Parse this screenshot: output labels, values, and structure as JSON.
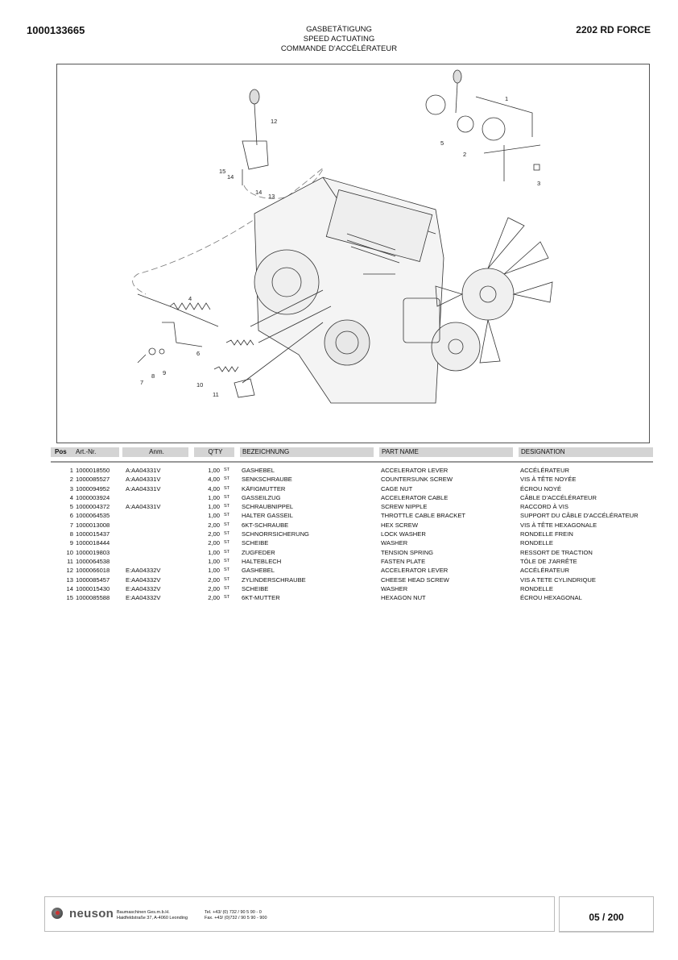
{
  "header": {
    "doc_number": "1000133665",
    "model": "2202 RD FORCE",
    "title_de": "GASBETÄTIGUNG",
    "title_en": "SPEED ACTUATING",
    "title_fr": "COMMANDE D'ACCÉLÉRATEUR"
  },
  "drawing": {
    "callouts": [
      "1",
      "2",
      "3",
      "4",
      "5",
      "6",
      "7",
      "8",
      "9",
      "10",
      "11",
      "12",
      "13",
      "14",
      "14",
      "15"
    ]
  },
  "table": {
    "headers": {
      "pos": "Pos",
      "art": "Art.-Nr.",
      "anm": "Anm.",
      "qty": "Q'TY",
      "de": "BEZEICHNUNG",
      "en": "PART NAME",
      "fr": "DESIGNATION"
    },
    "rows": [
      {
        "pos": "1",
        "art": "1000018550",
        "anm": "A:AA04331V",
        "qty": "1,00",
        "unit": "ST",
        "de": "GASHEBEL",
        "en": "ACCELERATOR LEVER",
        "fr": "ACCÉLÉRATEUR"
      },
      {
        "pos": "2",
        "art": "1000085527",
        "anm": "A:AA04331V",
        "qty": "4,00",
        "unit": "ST",
        "de": "SENKSCHRAUBE",
        "en": "COUNTERSUNK SCREW",
        "fr": "VIS À TÊTE NOYÉE"
      },
      {
        "pos": "3",
        "art": "1000094952",
        "anm": "A:AA04331V",
        "qty": "4,00",
        "unit": "ST",
        "de": "KÄFIGMUTTER",
        "en": "CAGE NUT",
        "fr": "ÉCROU NOYÉ"
      },
      {
        "pos": "4",
        "art": "1000003924",
        "anm": "",
        "qty": "1,00",
        "unit": "ST",
        "de": "GASSEILZUG",
        "en": "ACCELERATOR CABLE",
        "fr": "CÂBLE D'ACCÉLÉRATEUR"
      },
      {
        "pos": "5",
        "art": "1000004372",
        "anm": "A:AA04331V",
        "qty": "1,00",
        "unit": "ST",
        "de": "SCHRAUBNIPPEL",
        "en": "SCREW NIPPLE",
        "fr": "RACCORD À VIS"
      },
      {
        "pos": "6",
        "art": "1000064535",
        "anm": "",
        "qty": "1,00",
        "unit": "ST",
        "de": "HALTER GASSEIL",
        "en": "THROTTLE CABLE BRACKET",
        "fr": "SUPPORT DU CÂBLE D'ACCÉLÉRATEUR"
      },
      {
        "pos": "7",
        "art": "1000013008",
        "anm": "",
        "qty": "2,00",
        "unit": "ST",
        "de": "6KT-SCHRAUBE",
        "en": "HEX SCREW",
        "fr": "VIS À TÊTE HEXAGONALE"
      },
      {
        "pos": "8",
        "art": "1000015437",
        "anm": "",
        "qty": "2,00",
        "unit": "ST",
        "de": "SCHNORRSICHERUNG",
        "en": "LOCK WASHER",
        "fr": "RONDELLE FREIN"
      },
      {
        "pos": "9",
        "art": "1000018444",
        "anm": "",
        "qty": "2,00",
        "unit": "ST",
        "de": "SCHEIBE",
        "en": "WASHER",
        "fr": "RONDELLE"
      },
      {
        "pos": "10",
        "art": "1000019803",
        "anm": "",
        "qty": "1,00",
        "unit": "ST",
        "de": "ZUGFEDER",
        "en": "TENSION SPRING",
        "fr": "RESSORT DE TRACTION"
      },
      {
        "pos": "11",
        "art": "1000064538",
        "anm": "",
        "qty": "1,00",
        "unit": "ST",
        "de": "HALTEBLECH",
        "en": "FASTEN PLATE",
        "fr": "TÔLE DE J'ARRÊTE"
      },
      {
        "pos": "12",
        "art": "1000066018",
        "anm": "E:AA04332V",
        "qty": "1,00",
        "unit": "ST",
        "de": "GASHEBEL",
        "en": "ACCELERATOR LEVER",
        "fr": "ACCÉLÉRATEUR"
      },
      {
        "pos": "13",
        "art": "1000085457",
        "anm": "E:AA04332V",
        "qty": "2,00",
        "unit": "ST",
        "de": "ZYLINDERSCHRAUBE",
        "en": "CHEESE HEAD SCREW",
        "fr": "VIS A TETE CYLINDRIQUE"
      },
      {
        "pos": "14",
        "art": "1000015430",
        "anm": "E:AA04332V",
        "qty": "2,00",
        "unit": "ST",
        "de": "SCHEIBE",
        "en": "WASHER",
        "fr": "RONDELLE"
      },
      {
        "pos": "15",
        "art": "1000085588",
        "anm": "E:AA04332V",
        "qty": "2,00",
        "unit": "ST",
        "de": "6KT-MUTTER",
        "en": "HEXAGON NUT",
        "fr": "ÉCROU HEXAGONAL"
      }
    ]
  },
  "footer": {
    "brand": "neuson",
    "company": "Baumaschinen Ges.m.b.H.",
    "address": "Haidfeldstraße 37, A-4060 Leonding",
    "tel": "Tel. +43/ (0) 732 / 90 5 90 - 0",
    "fax": "Fax. +43/ (0)732 / 90 5 90 - 900",
    "page": "05 / 200"
  }
}
